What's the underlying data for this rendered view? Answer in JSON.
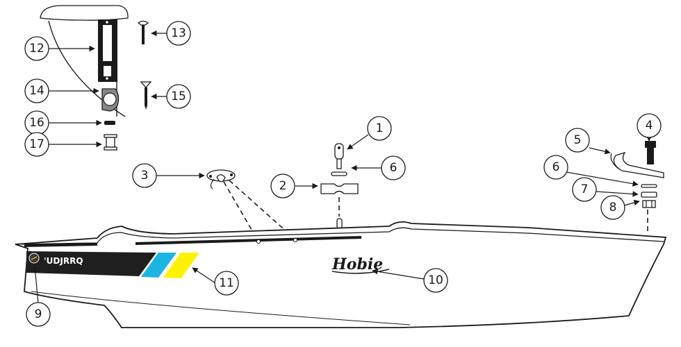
{
  "colors": {
    "line": "#1a1a1a",
    "stripe_dark": "#1f1f1f",
    "stripe_cyan": "#1cb5e3",
    "stripe_yellow": "#fff200"
  },
  "decal": {
    "text": "'UDJRRQ"
  },
  "brand": {
    "text": "Hobie"
  },
  "callouts": [
    "1",
    "2",
    "3",
    "4",
    "5",
    "6",
    "6",
    "7",
    "8",
    "9",
    "10",
    "11",
    "12",
    "13",
    "14",
    "15",
    "16",
    "17"
  ]
}
